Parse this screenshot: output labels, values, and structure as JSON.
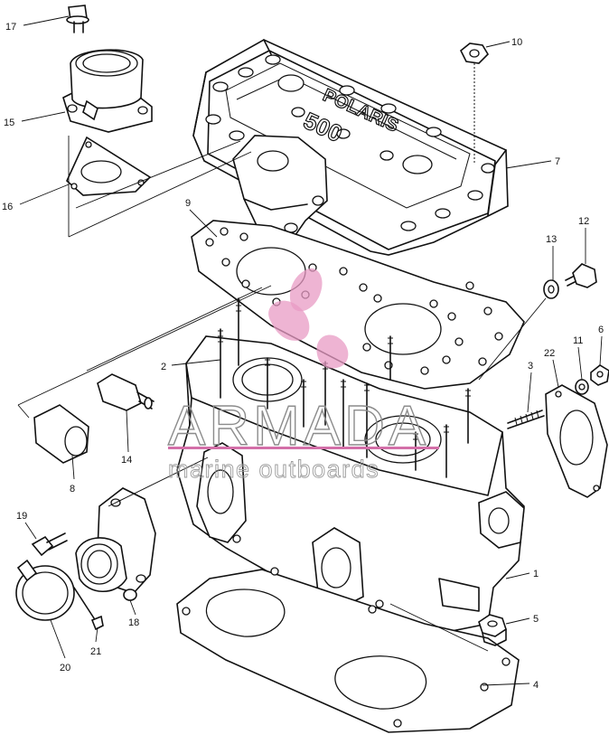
{
  "diagram": {
    "callouts": [
      {
        "id": "17",
        "label": "17"
      },
      {
        "id": "15",
        "label": "15"
      },
      {
        "id": "16",
        "label": "16"
      },
      {
        "id": "10",
        "label": "10"
      },
      {
        "id": "7",
        "label": "7"
      },
      {
        "id": "9",
        "label": "9"
      },
      {
        "id": "13",
        "label": "13"
      },
      {
        "id": "12",
        "label": "12"
      },
      {
        "id": "11",
        "label": "11"
      },
      {
        "id": "6",
        "label": "6"
      },
      {
        "id": "2",
        "label": "2"
      },
      {
        "id": "3",
        "label": "3"
      },
      {
        "id": "22",
        "label": "22"
      },
      {
        "id": "14",
        "label": "14"
      },
      {
        "id": "8",
        "label": "8"
      },
      {
        "id": "19",
        "label": "19"
      },
      {
        "id": "18",
        "label": "18"
      },
      {
        "id": "1",
        "label": "1"
      },
      {
        "id": "5",
        "label": "5"
      },
      {
        "id": "21",
        "label": "21"
      },
      {
        "id": "20",
        "label": "20"
      },
      {
        "id": "4",
        "label": "4"
      }
    ],
    "cover_embossing": {
      "brand": "POLARIS",
      "model": "500"
    }
  },
  "watermark": {
    "brand": "ARMADA",
    "tagline": "marine outboards",
    "color": "#d36fa8"
  }
}
